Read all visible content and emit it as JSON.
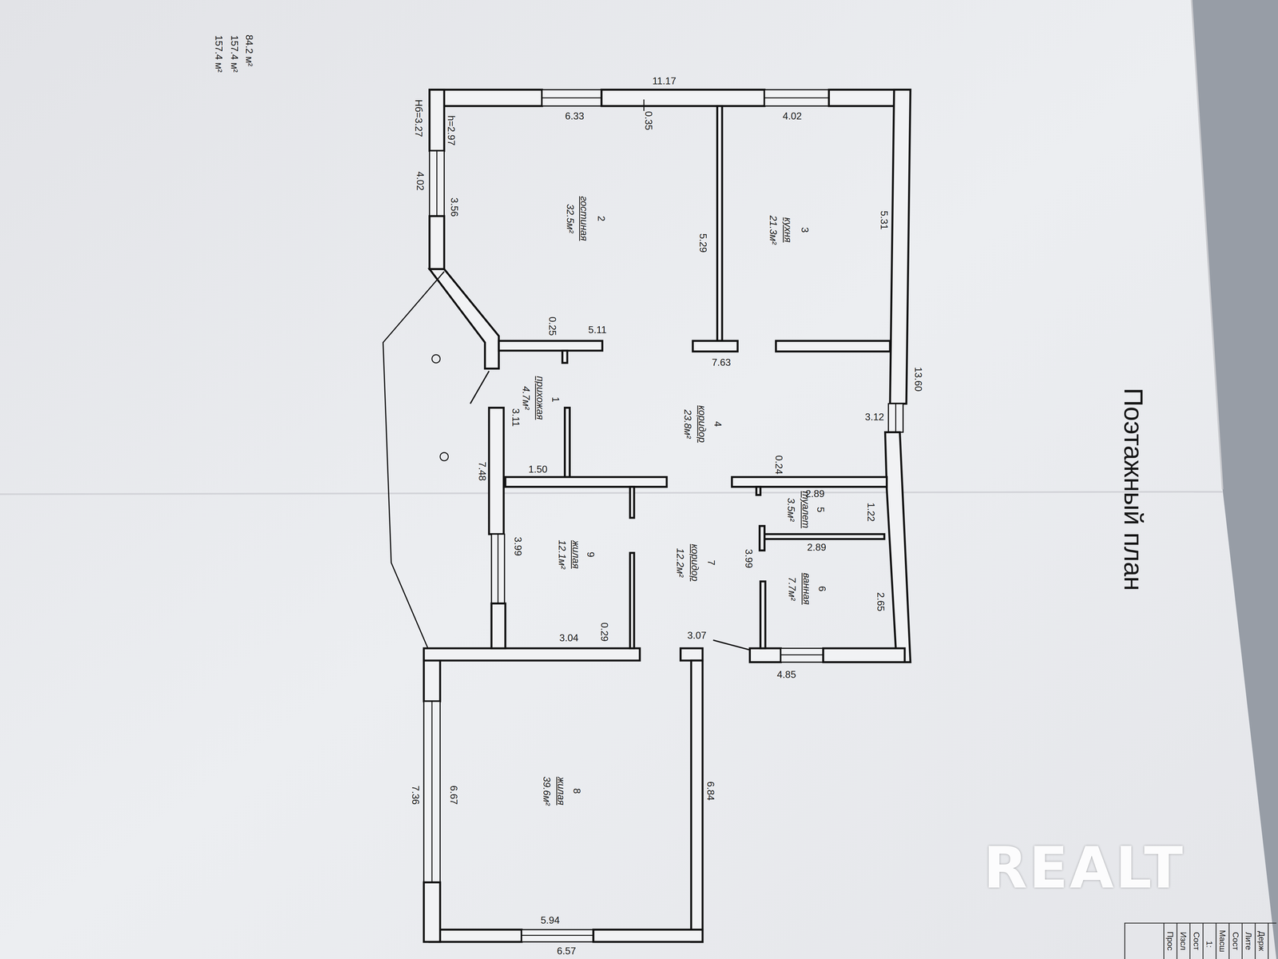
{
  "diagram": {
    "title": "Поэтажный план",
    "labels": [
      "84.2 м²",
      "157.4 м²",
      "157.4 м²",
      "11.17",
      "6.33",
      "0.35",
      "4.02",
      "Нб=3.27",
      "h=2.97",
      "4.02",
      "3.56",
      "2",
      "гостиная",
      "32.5м²",
      "5.29",
      "3",
      "кухня",
      "21.3м²",
      "5.31",
      "0.25",
      "5.11",
      "7.63",
      "13.60",
      "1",
      "прихожая",
      "4.7м²",
      "3.11",
      "4",
      "коридор",
      "23.8м²",
      "3.12",
      "0.24",
      "7.48",
      "1.50",
      "2.89",
      "5",
      "туалет",
      "3.5м²",
      "1.22",
      "3.99",
      "9",
      "жилая",
      "12.1м²",
      "7",
      "коридор",
      "12.2м²",
      "2.89",
      "3.99",
      "6",
      "ванная",
      "7.7м²",
      "2.65",
      "3.04",
      "0.29",
      "3.07",
      "4.85",
      "8",
      "жилая",
      "39.6м²",
      "6.84",
      "6.67",
      "7.36",
      "5.94",
      "6.57",
      "REALT",
      "Держ",
      "Лите",
      "Сост",
      "Масш",
      "1:",
      "Сост",
      "Изсл",
      "Прос"
    ]
  }
}
